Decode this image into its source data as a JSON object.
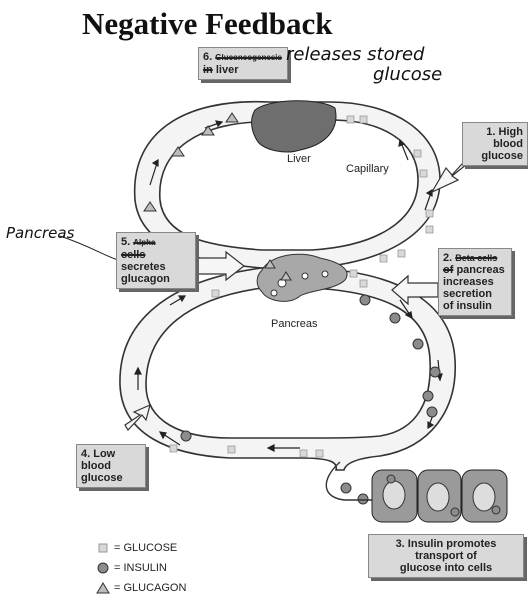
{
  "title": "Negative Feedback",
  "steps": {
    "s1": {
      "num": "1.",
      "lines": [
        "High",
        "blood",
        "glucose"
      ]
    },
    "s2": {
      "num": "2.",
      "struck_top": "Beta cells",
      "struck_prefix": "of",
      "rest": [
        "pancreas",
        "increases",
        "secretion",
        "of insulin"
      ]
    },
    "s3": {
      "lines": [
        "3. Insulin promotes",
        "transport of",
        "glucose into cells"
      ]
    },
    "s4": {
      "lines": [
        "4. Low",
        "blood",
        "glucose"
      ]
    },
    "s5": {
      "num": "5.",
      "struck_top": "Alpha",
      "struck_mid": "cells",
      "rest": [
        "secretes",
        "glucagon"
      ]
    },
    "s6": {
      "num": "6.",
      "struck_top": "Gluconeogenesis",
      "struck_prefix": "in",
      "rest": "liver"
    }
  },
  "handwriting": {
    "liver_note_1": "releases stored",
    "liver_note_2": "glucose",
    "pancreas_note": "Pancreas"
  },
  "labels": {
    "liver": "Liver",
    "capillary": "Capillary",
    "pancreas": "Pancreas"
  },
  "legend": [
    {
      "icon": "glucose-square-icon",
      "text": "= GLUCOSE"
    },
    {
      "icon": "insulin-circle-icon",
      "text": "= INSULIN"
    },
    {
      "icon": "glucagon-triangle-icon",
      "text": "= GLUCAGON"
    }
  ],
  "colors": {
    "vessel_fill": "#f4f4f4",
    "insulin": "#8c8c8c",
    "glucagon": "#bdbdbd",
    "glucose": "#d8d8d8",
    "liver": "#6e6e6e",
    "pancreas": "#a8a8a8",
    "cells": "#9a9a9a"
  }
}
